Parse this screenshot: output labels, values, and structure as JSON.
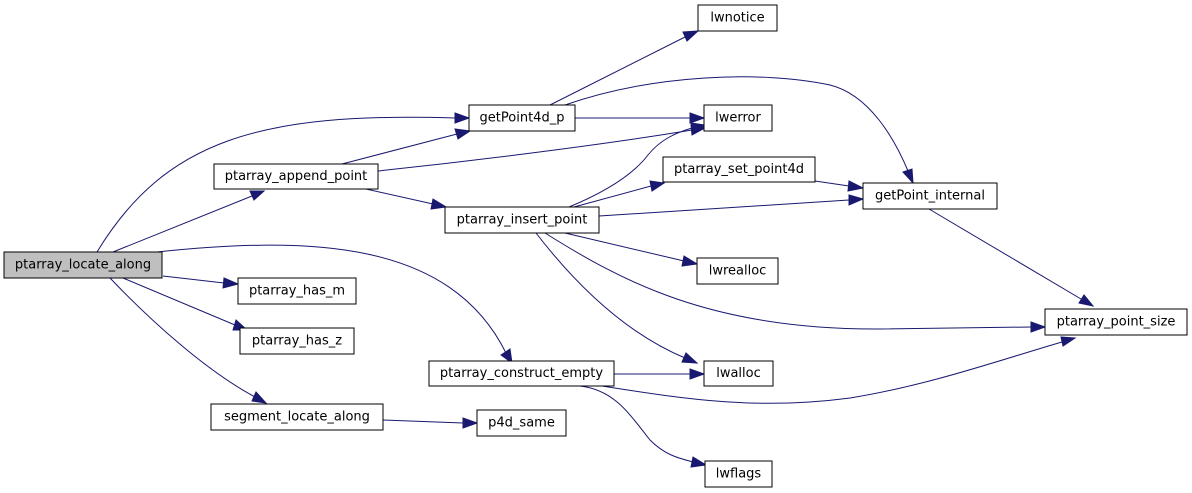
{
  "graph": {
    "colors": {
      "edge": "#191970",
      "node_fill": "#ffffff",
      "root_fill": "#bfbfbf",
      "border": "#000000"
    },
    "nodes": {
      "ptarray_locate_along": "ptarray_locate_along",
      "ptarray_append_point": "ptarray_append_point",
      "getPoint4d_p": "getPoint4d_p",
      "lwnotice": "lwnotice",
      "lwerror": "lwerror",
      "ptarray_set_point4d": "ptarray_set_point4d",
      "getPoint_internal": "getPoint_internal",
      "ptarray_insert_point": "ptarray_insert_point",
      "lwrealloc": "lwrealloc",
      "ptarray_has_m": "ptarray_has_m",
      "ptarray_has_z": "ptarray_has_z",
      "ptarray_point_size": "ptarray_point_size",
      "ptarray_construct_empty": "ptarray_construct_empty",
      "lwalloc": "lwalloc",
      "segment_locate_along": "segment_locate_along",
      "p4d_same": "p4d_same",
      "lwflags": "lwflags"
    },
    "edges": [
      [
        "ptarray_locate_along",
        "getPoint4d_p"
      ],
      [
        "ptarray_locate_along",
        "ptarray_append_point"
      ],
      [
        "ptarray_locate_along",
        "ptarray_construct_empty"
      ],
      [
        "ptarray_locate_along",
        "ptarray_has_m"
      ],
      [
        "ptarray_locate_along",
        "ptarray_has_z"
      ],
      [
        "ptarray_locate_along",
        "segment_locate_along"
      ],
      [
        "ptarray_append_point",
        "getPoint4d_p"
      ],
      [
        "ptarray_append_point",
        "lwerror"
      ],
      [
        "ptarray_append_point",
        "ptarray_insert_point"
      ],
      [
        "getPoint4d_p",
        "lwnotice"
      ],
      [
        "getPoint4d_p",
        "lwerror"
      ],
      [
        "getPoint4d_p",
        "getPoint_internal"
      ],
      [
        "ptarray_insert_point",
        "lwerror"
      ],
      [
        "ptarray_insert_point",
        "ptarray_set_point4d"
      ],
      [
        "ptarray_insert_point",
        "getPoint_internal"
      ],
      [
        "ptarray_insert_point",
        "lwrealloc"
      ],
      [
        "ptarray_insert_point",
        "ptarray_point_size"
      ],
      [
        "ptarray_insert_point",
        "lwalloc"
      ],
      [
        "ptarray_set_point4d",
        "getPoint_internal"
      ],
      [
        "getPoint_internal",
        "ptarray_point_size"
      ],
      [
        "ptarray_construct_empty",
        "lwalloc"
      ],
      [
        "ptarray_construct_empty",
        "ptarray_point_size"
      ],
      [
        "ptarray_construct_empty",
        "lwflags"
      ],
      [
        "segment_locate_along",
        "p4d_same"
      ]
    ]
  }
}
